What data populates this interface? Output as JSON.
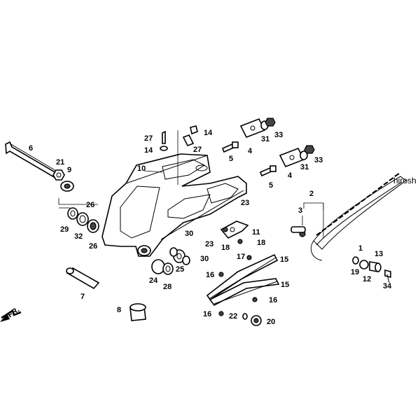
{
  "watermark": "hirosh",
  "direction_marker": "FR.",
  "callouts": {
    "p1": "1",
    "p2": "2",
    "p3": "3",
    "p4a": "4",
    "p4b": "4",
    "p5a": "5",
    "p5b": "5",
    "p6": "6",
    "p7": "7",
    "p8": "8",
    "p9": "9",
    "p10": "10",
    "p11": "11",
    "p12": "12",
    "p13": "13",
    "p14a": "14",
    "p14b": "14",
    "p15a": "15",
    "p15b": "15",
    "p16a": "16",
    "p16b": "16",
    "p16c": "16",
    "p17": "17",
    "p18a": "18",
    "p18b": "18",
    "p19": "19",
    "p20": "20",
    "p21": "21",
    "p22": "22",
    "p23a": "23",
    "p23b": "23",
    "p24": "24",
    "p25": "25",
    "p26a": "26",
    "p26b": "26",
    "p27a": "27",
    "p27b": "27",
    "p28": "28",
    "p29": "29",
    "p30a": "30",
    "p30b": "30",
    "p31a": "31",
    "p31b": "31",
    "p32": "32",
    "p33a": "33",
    "p33b": "33",
    "p34": "34"
  }
}
